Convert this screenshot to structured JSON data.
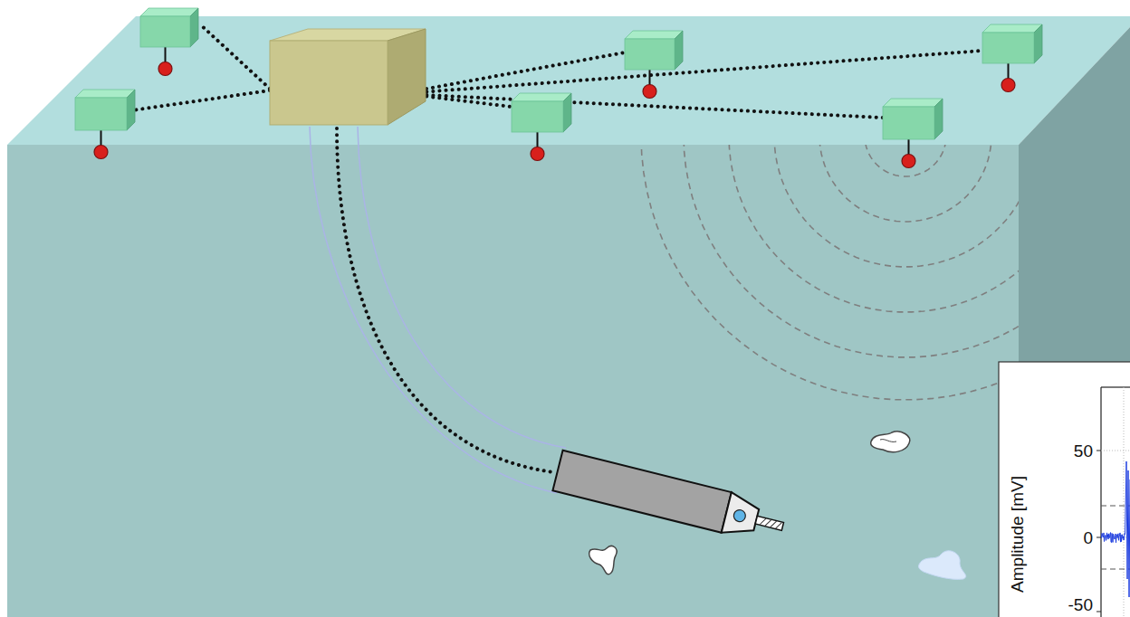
{
  "diagram": {
    "labels": [
      "Amplitude [mV]",
      "50",
      "0",
      "-50"
    ]
  }
}
